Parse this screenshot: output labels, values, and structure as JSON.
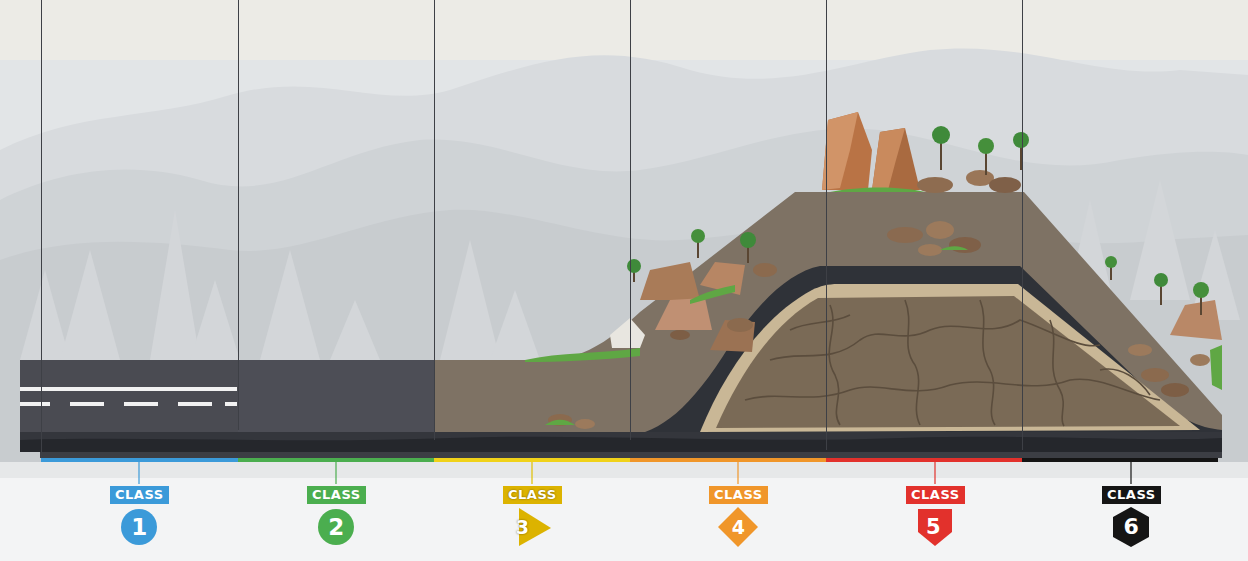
{
  "diagram": {
    "nodes": [
      {
        "text": [
          "CLASS",
          "1"
        ]
      },
      {
        "text": [
          "CLASS",
          "2"
        ]
      },
      {
        "text": [
          "CLASS",
          "3"
        ]
      },
      {
        "text": [
          "CLASS",
          "4"
        ]
      },
      {
        "text": [
          "CLASS",
          "5"
        ]
      },
      {
        "text": [
          "CLASS",
          "6"
        ]
      }
    ]
  }
}
